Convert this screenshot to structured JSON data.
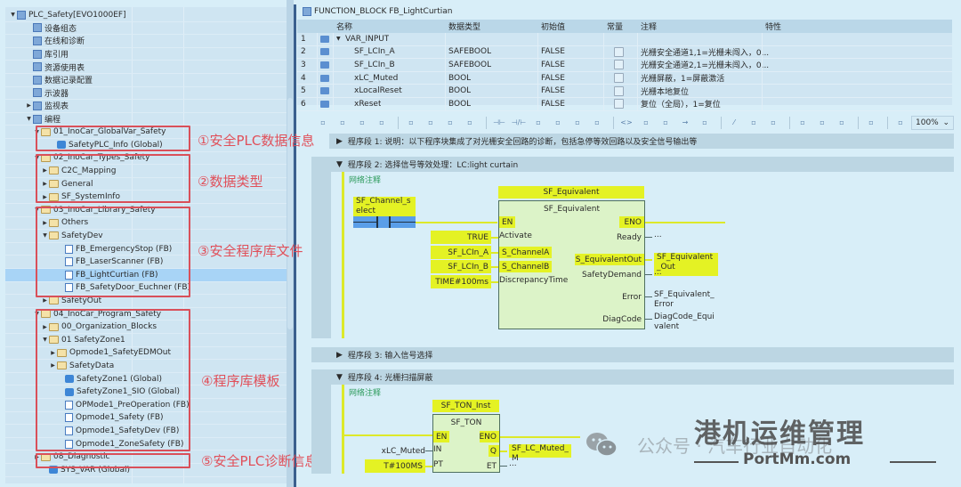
{
  "tree": {
    "rows": [
      {
        "label": "PLC_Safety[EVO1000EF]",
        "indent": 0,
        "twisty": "▼",
        "icon": "gen"
      },
      {
        "label": "设备组态",
        "indent": 2,
        "twisty": "",
        "icon": "gen"
      },
      {
        "label": "在线和诊断",
        "indent": 2,
        "twisty": "",
        "icon": "gen"
      },
      {
        "label": "库引用",
        "indent": 2,
        "twisty": "",
        "icon": "gen"
      },
      {
        "label": "资源使用表",
        "indent": 2,
        "twisty": "",
        "icon": "gen"
      },
      {
        "label": "数据记录配置",
        "indent": 2,
        "twisty": "",
        "icon": "gen"
      },
      {
        "label": "示波器",
        "indent": 2,
        "twisty": "",
        "icon": "gen"
      },
      {
        "label": "监视表",
        "indent": 2,
        "twisty": "▶",
        "icon": "gen"
      },
      {
        "label": "编程",
        "indent": 2,
        "twisty": "▼",
        "icon": "gen"
      },
      {
        "label": "01_InoCar_GlobalVar_Safety",
        "indent": 3,
        "twisty": "▼",
        "icon": "folder"
      },
      {
        "label": "SafetyPLC_Info (Global)",
        "indent": 5,
        "twisty": "",
        "icon": "glob"
      },
      {
        "label": "02_InoCar_Types_Safety",
        "indent": 3,
        "twisty": "▼",
        "icon": "folder"
      },
      {
        "label": "C2C_Mapping",
        "indent": 4,
        "twisty": "▶",
        "icon": "folder"
      },
      {
        "label": "General",
        "indent": 4,
        "twisty": "▶",
        "icon": "folder"
      },
      {
        "label": "SF_SystemInfo",
        "indent": 4,
        "twisty": "▶",
        "icon": "folder"
      },
      {
        "label": "03_InoCar_Library_Safety",
        "indent": 3,
        "twisty": "▼",
        "icon": "folder"
      },
      {
        "label": "Others",
        "indent": 4,
        "twisty": "▶",
        "icon": "folder"
      },
      {
        "label": "SafetyDev",
        "indent": 4,
        "twisty": "▼",
        "icon": "folder"
      },
      {
        "label": "FB_EmergencyStop (FB)",
        "indent": 6,
        "twisty": "",
        "icon": "fb"
      },
      {
        "label": "FB_LaserScanner (FB)",
        "indent": 6,
        "twisty": "",
        "icon": "fb"
      },
      {
        "label": "FB_LightCurtian (FB)",
        "indent": 6,
        "twisty": "",
        "icon": "fb",
        "selected": true
      },
      {
        "label": "FB_SafetyDoor_Euchner (FB)",
        "indent": 6,
        "twisty": "",
        "icon": "fb"
      },
      {
        "label": "SafetyOut",
        "indent": 4,
        "twisty": "▶",
        "icon": "folder"
      },
      {
        "label": "04_InoCar_Program_Safety",
        "indent": 3,
        "twisty": "▼",
        "icon": "folder"
      },
      {
        "label": "00_Organization_Blocks",
        "indent": 4,
        "twisty": "▶",
        "icon": "folder"
      },
      {
        "label": "01 SafetyZone1",
        "indent": 4,
        "twisty": "▼",
        "icon": "folder"
      },
      {
        "label": "Opmode1_SafetyEDMOut",
        "indent": 5,
        "twisty": "▶",
        "icon": "folder"
      },
      {
        "label": "SafetyData",
        "indent": 5,
        "twisty": "▶",
        "icon": "folder"
      },
      {
        "label": "SafetyZone1 (Global)",
        "indent": 6,
        "twisty": "",
        "icon": "glob"
      },
      {
        "label": "SafetyZone1_SIO (Global)",
        "indent": 6,
        "twisty": "",
        "icon": "glob"
      },
      {
        "label": "OPMode1_PreOperation (FB)",
        "indent": 6,
        "twisty": "",
        "icon": "fb"
      },
      {
        "label": "Opmode1_Safety (FB)",
        "indent": 6,
        "twisty": "",
        "icon": "fb"
      },
      {
        "label": "Opmode1_SafetyDev (FB)",
        "indent": 6,
        "twisty": "",
        "icon": "fb"
      },
      {
        "label": "Opmode1_ZoneSafety (FB)",
        "indent": 6,
        "twisty": "",
        "icon": "fb"
      },
      {
        "label": "08_Diagnostic",
        "indent": 3,
        "twisty": "▶",
        "icon": "folder"
      },
      {
        "label": "SYS_VAR (Global)",
        "indent": 4,
        "twisty": "",
        "icon": "glob"
      }
    ]
  },
  "annotations": [
    {
      "label": "①安全PLC数据信息"
    },
    {
      "label": "②数据类型"
    },
    {
      "label": "③安全程序库文件"
    },
    {
      "label": "④程序库模板"
    },
    {
      "label": "⑤安全PLC诊断信息"
    }
  ],
  "editor": {
    "title": "FUNCTION_BLOCK FB_LightCurtian",
    "columns": {
      "name": "名称",
      "type": "数据类型",
      "init": "初始值",
      "const": "常量",
      "comment": "注释",
      "attr": "特性"
    },
    "rows": [
      {
        "num": "1",
        "name": "VAR_INPUT",
        "type": "",
        "init": "",
        "comment": "",
        "group": true
      },
      {
        "num": "2",
        "name": "SF_LCIn_A",
        "type": "SAFEBOOL",
        "init": "FALSE",
        "comment": "光栅安全通道1,1=光栅未闯入，0..."
      },
      {
        "num": "3",
        "name": "SF_LCIn_B",
        "type": "SAFEBOOL",
        "init": "FALSE",
        "comment": "光栅安全通道2,1=光栅未闯入，0..."
      },
      {
        "num": "4",
        "name": "xLC_Muted",
        "type": "BOOL",
        "init": "FALSE",
        "comment": "光栅屏蔽，1=屏蔽激活"
      },
      {
        "num": "5",
        "name": "xLocalReset",
        "type": "BOOL",
        "init": "FALSE",
        "comment": "光栅本地复位"
      },
      {
        "num": "6",
        "name": "xReset",
        "type": "BOOL",
        "init": "FALSE",
        "comment": "复位（全局），1=复位"
      }
    ],
    "zoom": "100%"
  },
  "networks": [
    {
      "num": "1",
      "collapsed": true,
      "title": "程序段 1:  说明：以下程序块集成了对光栅安全回路的诊断，包括急停等效回路以及安全信号输出等"
    },
    {
      "num": "2",
      "collapsed": false,
      "title": "程序段 2:  选择信号等效处理：LC:light curtain",
      "comment": "网络注释",
      "contact": "SF_Channel_select",
      "instance": "SF_Equivalent",
      "fbtype": "SF_Equivalent",
      "inputs": [
        {
          "pin": "EN"
        },
        {
          "pin": "Activate",
          "value": "TRUE"
        },
        {
          "pin": "S_ChannelA",
          "value": "SF_LCIn_A"
        },
        {
          "pin": "S_ChannelB",
          "value": "SF_LCIn_B"
        },
        {
          "pin": "DiscrepancyTime",
          "value": "TIME#100ms"
        }
      ],
      "outputs": [
        {
          "pin": "ENO"
        },
        {
          "pin": "Ready",
          "value": "..."
        },
        {
          "pin": "S_EquivalentOut",
          "value": "SF_Equivalent_Out"
        },
        {
          "pin": "SafetyDemand",
          "value": "..."
        },
        {
          "pin": "Error",
          "value": "SF_Equivalent_Error"
        },
        {
          "pin": "DiagCode",
          "value": "DiagCode_Equivalent"
        }
      ]
    },
    {
      "num": "3",
      "collapsed": true,
      "title": "程序段 3:  输入信号选择"
    },
    {
      "num": "4",
      "collapsed": false,
      "title": "程序段 4:  光栅扫描屏蔽",
      "comment": "网络注释",
      "instance": "SF_TON_Inst",
      "fbtype": "SF_TON",
      "inputs": [
        {
          "pin": "EN"
        },
        {
          "pin": "IN",
          "value": "xLC_Muted"
        },
        {
          "pin": "PT",
          "value": "T#100MS"
        }
      ],
      "outputs": [
        {
          "pin": "ENO"
        },
        {
          "pin": "Q",
          "value": "SF_LC_Muted_M"
        },
        {
          "pin": "ET",
          "value": "..."
        }
      ]
    }
  ],
  "watermark": {
    "brand": "港机运维管理",
    "site": "PortMm.com",
    "wechat": "公众号 · 汽车行业自动化"
  },
  "colors": {
    "accent_yellow": "#e4f224",
    "annotation_red": "#d9505a",
    "fb_fill": "#dcf3c8",
    "selection": "#a8d4f6"
  }
}
